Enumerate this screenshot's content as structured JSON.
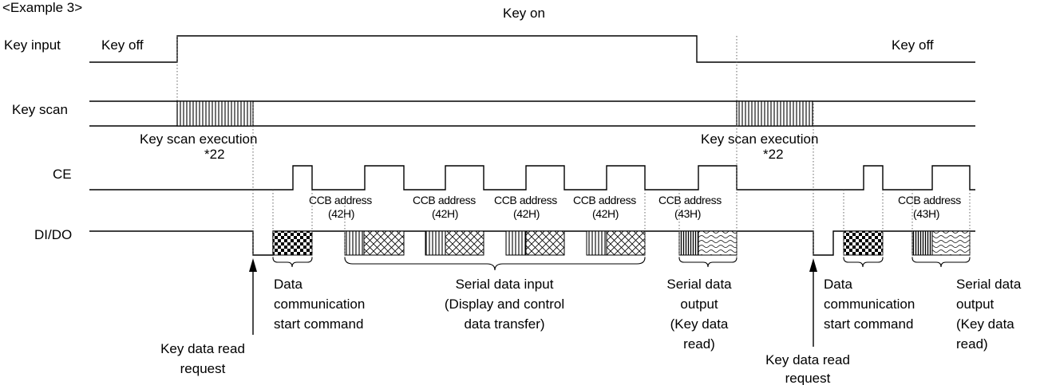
{
  "header": {
    "example_label": "<Example 3>",
    "key_on": "Key on"
  },
  "signals": {
    "key_input": "Key input",
    "key_scan": "Key scan",
    "ce": "CE",
    "di_do": "DI/DO"
  },
  "key_input_states": {
    "off_left": "Key off",
    "off_right": "Key off"
  },
  "key_scan_exec": [
    {
      "text": "Key scan execution",
      "note": "*22"
    },
    {
      "text": "Key scan execution",
      "note": "*22"
    }
  ],
  "ccb_addresses": [
    {
      "label": "CCB address",
      "value": "(42H)"
    },
    {
      "label": "CCB address",
      "value": "(42H)"
    },
    {
      "label": "CCB address",
      "value": "(42H)"
    },
    {
      "label": "CCB address",
      "value": "(42H)"
    },
    {
      "label": "CCB address",
      "value": "(43H)"
    },
    {
      "label": "CCB address",
      "value": "(43H)"
    }
  ],
  "annotations": {
    "data_comm_1": [
      "Data",
      "communication",
      "start command"
    ],
    "serial_in": [
      "Serial data input",
      "(Display and control",
      "data transfer)"
    ],
    "serial_out_1": [
      "Serial data",
      "output",
      "(Key data",
      "read)"
    ],
    "data_comm_2": [
      "Data",
      "communication",
      "start command"
    ],
    "serial_out_2": [
      "Serial data",
      "output",
      "(Key data",
      "read)"
    ],
    "read_req_1": [
      "Key data read",
      "request"
    ],
    "read_req_2": [
      "Key data read",
      "request"
    ]
  },
  "colors": {
    "line": "#000000",
    "guide": "#555555",
    "background": "#ffffff"
  }
}
